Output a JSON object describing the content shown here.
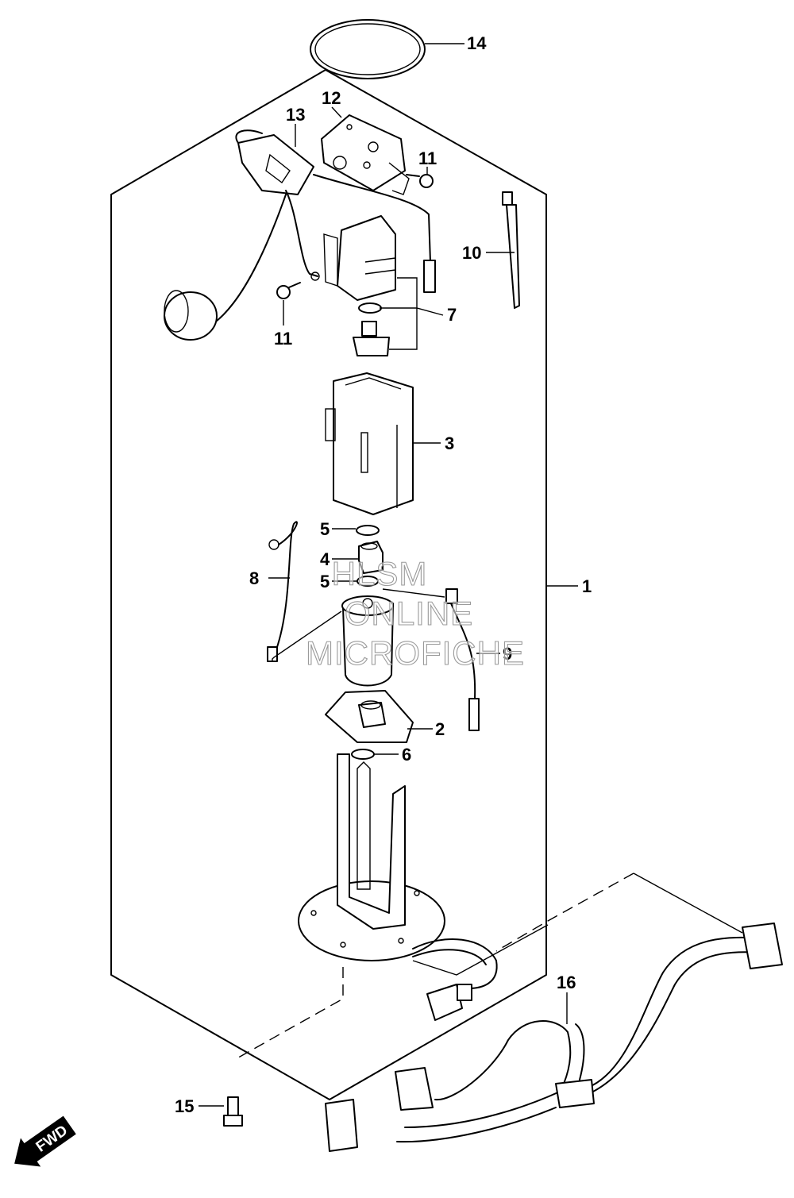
{
  "callouts": [
    {
      "id": "1",
      "label": "1"
    },
    {
      "id": "2",
      "label": "2"
    },
    {
      "id": "3",
      "label": "3"
    },
    {
      "id": "4",
      "label": "4"
    },
    {
      "id": "5a",
      "label": "5"
    },
    {
      "id": "5b",
      "label": "5"
    },
    {
      "id": "6",
      "label": "6"
    },
    {
      "id": "7",
      "label": "7"
    },
    {
      "id": "8",
      "label": "8"
    },
    {
      "id": "9",
      "label": "9"
    },
    {
      "id": "10",
      "label": "10"
    },
    {
      "id": "11a",
      "label": "11"
    },
    {
      "id": "11b",
      "label": "11"
    },
    {
      "id": "12",
      "label": "12"
    },
    {
      "id": "13",
      "label": "13"
    },
    {
      "id": "14",
      "label": "14"
    },
    {
      "id": "15",
      "label": "15"
    },
    {
      "id": "16",
      "label": "16"
    }
  ],
  "watermark": {
    "line1": "HLSM",
    "line2": "ONLINE",
    "line3": "MICROFICHE"
  },
  "direction_badge": {
    "label": "FWD"
  }
}
